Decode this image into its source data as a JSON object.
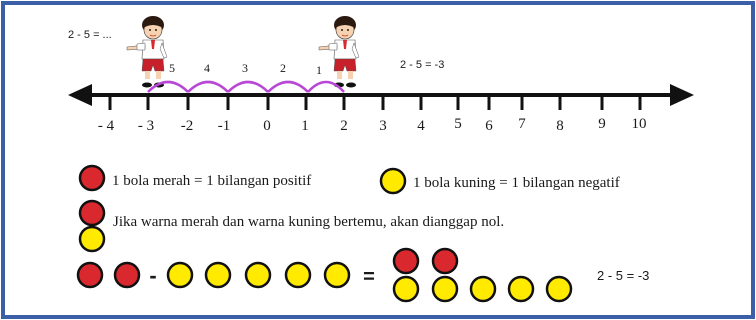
{
  "figure": {
    "colors": {
      "border": "#3b5ea8",
      "red": "#d9282e",
      "yellow": "#ffea00",
      "arc": "#b847d6",
      "line": "#111111"
    },
    "top_left_equation": "2 - 5 = ...",
    "top_right_equation": "2 - 5 = -3",
    "jump_labels": [
      "5",
      "4",
      "3",
      "2",
      "1"
    ],
    "tick_labels": [
      "- 4",
      "- 3",
      "-2",
      "-1",
      "0",
      "1",
      "2",
      "3",
      "4",
      "5",
      "6",
      "7",
      "8",
      "9",
      "10"
    ],
    "legend": {
      "red_text": "1 bola merah = 1 bilangan positif",
      "yellow_text": "1 bola kuning = 1 bilangan negatif"
    },
    "rule_text": "Jika warna merah dan warna kuning bertemu, akan dianggap nol.",
    "operation": {
      "minus": "-",
      "equals": "=",
      "result": "2 - 5 = -3"
    },
    "icons": [
      "child-pointing-icon",
      "child-pointing-icon"
    ]
  }
}
